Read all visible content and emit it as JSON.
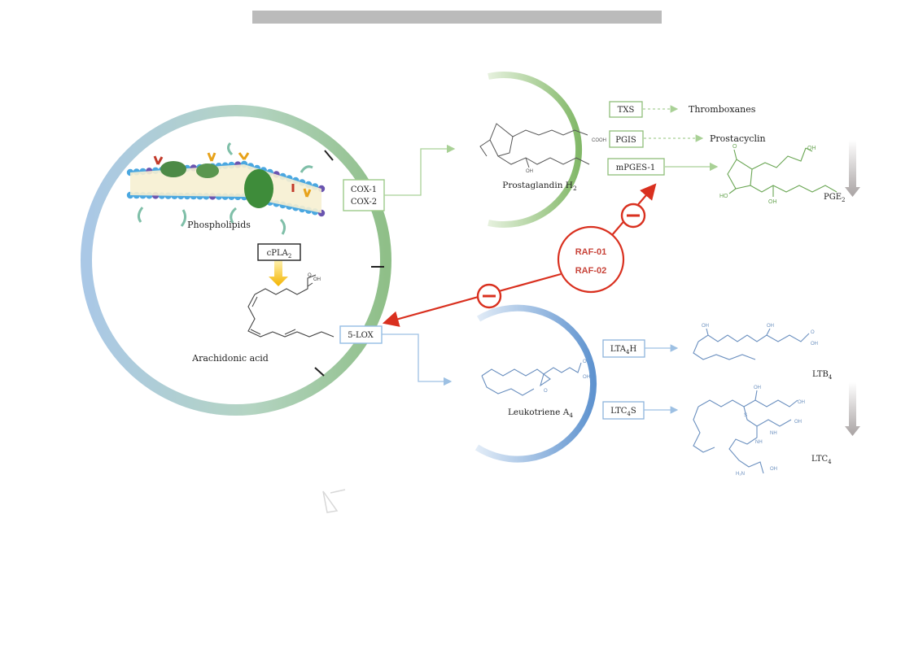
{
  "labels": {
    "phospholipids": "Phospholipids",
    "cpla2_main": "cPLA",
    "cpla2_sub": "2",
    "arachidonic_acid": "Arachidonic acid",
    "cox1": "COX-1",
    "cox2": "COX-2",
    "lox5": "5-LOX",
    "pgh2_main": "Prostaglandin H",
    "pgh2_sub": "2",
    "txs": "TXS",
    "pgis": "PGIS",
    "mpges1": "mPGES-1",
    "thromboxanes": "Thromboxanes",
    "prostacyclin": "Prostacyclin",
    "pge2_main": "PGE",
    "pge2_sub": "2",
    "lta4_main": "Leukotriene A",
    "lta4_sub": "4",
    "lta4h_a": "LTA",
    "lta4h_sub": "4",
    "lta4h_b": "H",
    "ltc4s_a": "LTC",
    "ltc4s_sub": "4",
    "ltc4s_b": "S",
    "ltb4_main": "LTB",
    "ltb4_sub": "4",
    "ltc4_main": "LTC",
    "ltc4_sub": "4",
    "raf01": "RAF-01",
    "raf02": "RAF-02"
  },
  "chem": {
    "oh": "OH",
    "o": "O",
    "ho": "HO",
    "cooh": "COOH",
    "s": "S",
    "nh": "NH",
    "h2n": "H₂N"
  },
  "colors": {
    "green": "#8fbe7a",
    "green_light": "#d5e8c8",
    "blue": "#6f9fd4",
    "blue_light": "#cddff1",
    "inhibit_red": "#d9301f",
    "title_bar": "#bbbbbb"
  }
}
